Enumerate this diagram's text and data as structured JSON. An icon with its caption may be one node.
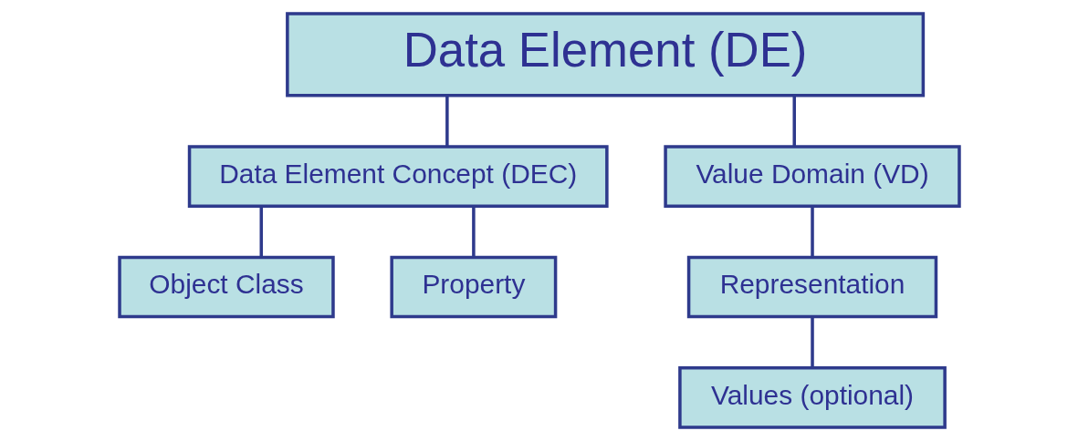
{
  "diagram": {
    "nodes": [
      {
        "text": [
          "Data Element (DE)"
        ]
      },
      {
        "text": [
          "Data Element Concept (DEC)"
        ]
      },
      {
        "text": [
          "Value Domain (VD)"
        ]
      },
      {
        "text": [
          "Object Class"
        ]
      },
      {
        "text": [
          "Property"
        ]
      },
      {
        "text": [
          "Representation"
        ]
      },
      {
        "text": [
          "Values (optional)"
        ]
      }
    ],
    "edges": [
      {
        "from": 0,
        "to": 1,
        "arrow": "none"
      },
      {
        "from": 0,
        "to": 2,
        "arrow": "none"
      },
      {
        "from": 1,
        "to": 3,
        "arrow": "none"
      },
      {
        "from": 1,
        "to": 4,
        "arrow": "none"
      },
      {
        "from": 2,
        "to": 5,
        "arrow": "none"
      },
      {
        "from": 5,
        "to": 6,
        "arrow": "none"
      }
    ]
  }
}
